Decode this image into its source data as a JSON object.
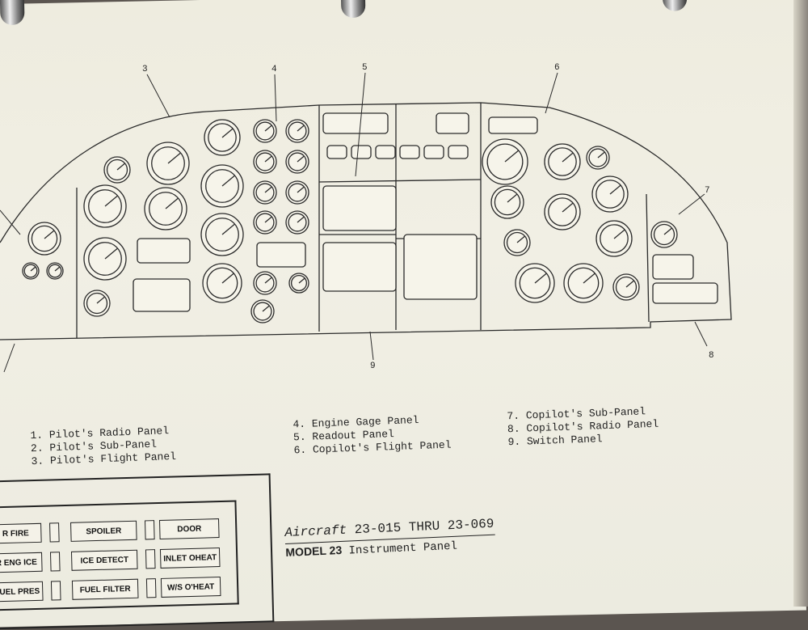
{
  "legend": {
    "col1": [
      "1.  Pilot's Radio Panel",
      "2.  Pilot's Sub-Panel",
      "3.  Pilot's Flight Panel"
    ],
    "col2": [
      "4.  Engine Gage Panel",
      "5.  Readout Panel",
      "6.  Copilot's Flight Panel"
    ],
    "col3": [
      "7.  Copilot's Sub-Panel",
      "8.  Copilot's Radio Panel",
      "9.  Switch Panel"
    ]
  },
  "callouts": [
    "3",
    "4",
    "5",
    "6",
    "7",
    "8",
    "9"
  ],
  "caption": {
    "aircraft_label": "Aircraft",
    "aircraft_range": "23-015 THRU 23-069",
    "model": "MODEL 23",
    "title": "Instrument Panel"
  },
  "annunciator": {
    "rows": [
      [
        "R FIRE",
        "SPOILER",
        "DOOR"
      ],
      [
        "R ENG ICE",
        "ICE DETECT",
        "INLET OHEAT"
      ],
      [
        "FUEL PRES",
        "FUEL FILTER",
        "W/S O'HEAT"
      ]
    ]
  },
  "colors": {
    "ink": "#2a2a2a",
    "paper": "#efede2",
    "background": "#5b5550"
  }
}
